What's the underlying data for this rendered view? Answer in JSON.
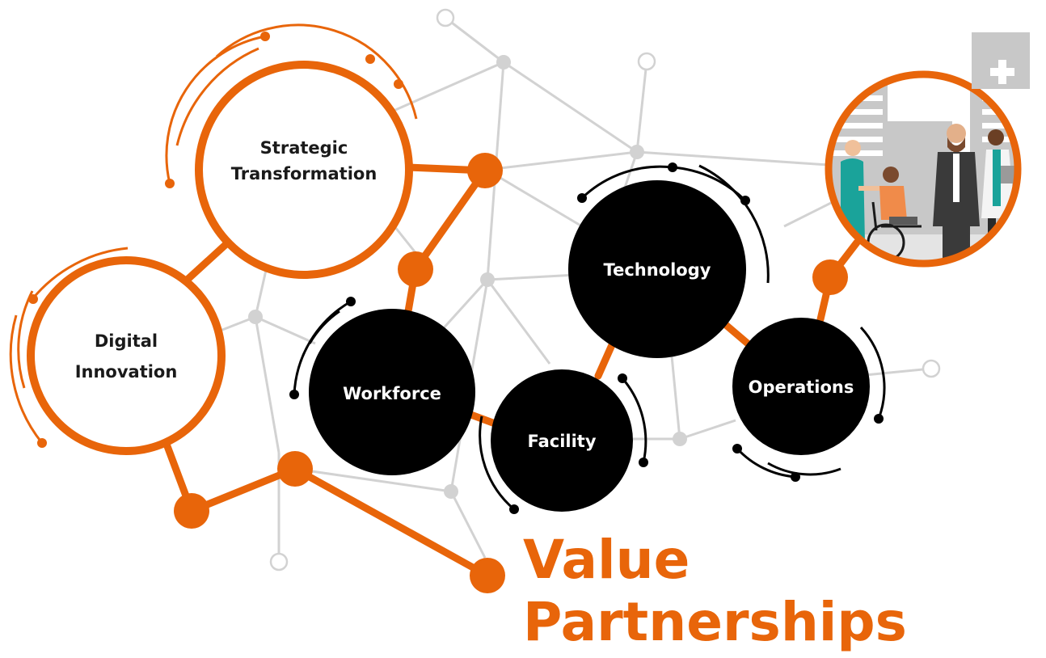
{
  "colors": {
    "accent": "#E8650A",
    "network_gray": "#cfcfcf",
    "dark_node": "#000000",
    "background": "#ffffff"
  },
  "nodes": {
    "strategic": {
      "line1": "Strategic",
      "line2": "Transformation"
    },
    "digital": {
      "line1": "Digital",
      "line2": "Innovation"
    },
    "workforce": {
      "label": "Workforce"
    },
    "facility": {
      "label": "Facility"
    },
    "technology": {
      "label": "Technology"
    },
    "operations": {
      "label": "Operations"
    }
  },
  "title": {
    "line1": "Value",
    "line2": "Partnerships"
  },
  "illustration": {
    "subject": "healthcare-team-in-front-of-hospital",
    "icons": [
      "hospital-building-icon",
      "medical-cross-icon",
      "wheelchair-icon"
    ]
  }
}
